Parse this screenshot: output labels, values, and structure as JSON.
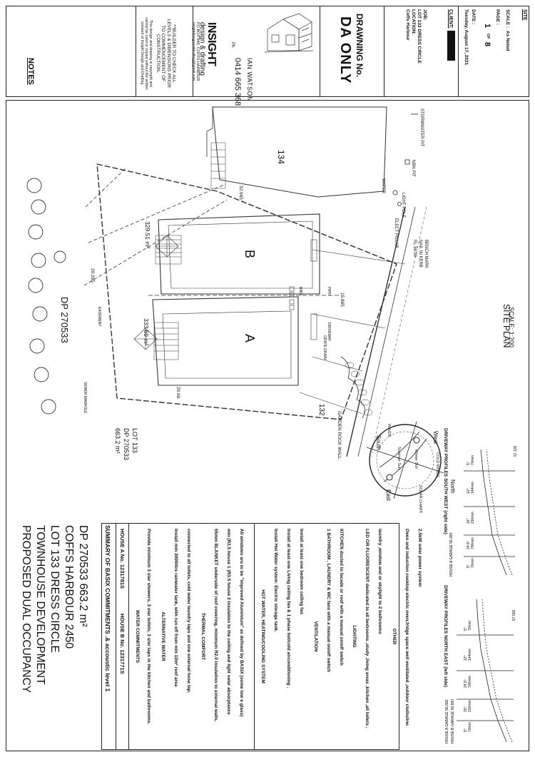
{
  "title_block": {
    "notes_label": "NOTES",
    "disclaimer": "**BUILDER TO CHECK ALL LEVELS & DIMENSIONS PRIOR TO COMMENCEMENT OF CONSTRUCTION.",
    "copyright": "This design and drawing is copyright and cannot be used or copied without the written consent of Insight Design and Drafting.",
    "brand_name": "INSIGHT",
    "brand_sub": "design & drafting",
    "po_box": "PO BOX 846, COFFS HARBOUR",
    "email": "insightdesignanddrafting@gmail.com",
    "designer": "IAN WATSON",
    "phone_label": "Ph",
    "phone": "0414 665 368",
    "drawing_no_label": "DRAWNING No.",
    "drawing_status": "DA ONLY",
    "client_label": "CLIENT:",
    "job_label": "JOB:",
    "job_value": "LOT 133 DRESS CIRCLE",
    "location_label": "LOCATION:",
    "location_value": "Coffs Harbour",
    "site_label": "SITE",
    "scale_label": "SCALE :",
    "scale_value": "As Noted",
    "page_label": "PAGE :",
    "page_num": "1",
    "page_of": "OF",
    "page_total": "8",
    "date_label": "DATE :",
    "date_value": "Tuesday, August 17, 2021"
  },
  "project": {
    "line1": "PROPOSED DUAL OCCUPANCY",
    "line2": "TOWNHOUSE DEVELOPMENT",
    "line3": "LOT 133 DRESS CIRCLE",
    "line4": "COFFS HARBOUR 2450",
    "line5": "DP 270533  663.2 m²"
  },
  "basix": {
    "heading": "SUMMARY OF BASIX COMMITMENTS  .& accoustic level 1",
    "house_a": "HOUSE A No. 1231781S",
    "house_b": "HOUSE B No.  1231771S",
    "sections": [
      {
        "title": "WATER COMMITMENTS",
        "lines": [
          "Provide minimum 3 star showers, 3 star toilets, 3 star taps in the kitchen and bathrooms."
        ]
      },
      {
        "title": "ALTERNATIVE WATER",
        "lines": [
          "Install min 3000litre rainwater tank, with run off from min 10m² roof area",
          "connected to all toilets, cold water laundry taps and one external hose tap."
        ]
      },
      {
        "title": "THERMAL COMFORT",
        "lines": [
          "55mm BLANKET  underside of roof covering,  minimum R2.0 insulation to external walls,",
          "min (R2.5 house 1 )R3.5 house 2 insulation to the ceiling  and light solar absorptance",
          "All windows are to be \"improved Aluminium\" as defined by BASIX (some low e glass)"
        ]
      },
      {
        "title": "HOT WATER, HEATING/COOLING SYSTEM",
        "lines": [
          "Install Hot Water system: Electric storage tank.",
          "Install at least one Living ceiling fan & 1 phase hot/cold airconditioning .",
          "Install at least one bedroom ceiling fan"
        ]
      },
      {
        "title": "VENTILATION",
        "lines": [
          "1 BATHROOM , LAUNDRY & WC fans  with a manual on/off switch",
          "KITCHEN ducted to facade or roof with a manual on/off switch"
        ]
      },
      {
        "title": "LIGHTING",
        "lines": [
          "LED OR FLUORESCENT dedicated to all bedrooms ,study ,living areas ,kitchen ,all toilets ,",
          "laundry ,window and or skylight to 2 bathrooms"
        ]
      },
      {
        "title": "OTHER",
        "lines": [
          "Oven and induction cooktop electric oven,fridge space well ventilated ,outdoor clothsline",
          "2.5kW solar power system"
        ]
      }
    ]
  },
  "driveway": {
    "ne_title": "DRIVEWAY PROFILES NORTH EAST (left side)",
    "sw_title": "DRIVEWAY PROFILES SOUTH WEST (right side)",
    "ne_labels": [
      "HOUSE A GARAGE 56.680",
      "HOUSE B GARAGE 56.680",
      "5°",
      "70mm",
      "15°",
      "210mm",
      "24.5°",
      "700mm",
      "12°",
      "144mm",
      "5°",
      "70mm",
      "57.500"
    ],
    "sw_labels": [
      "HOUSE A GARAGE 56.680",
      "5°",
      "70mm",
      "24.5°",
      "700mm",
      "16°",
      "210mm",
      "12°",
      "144mm",
      "5°",
      "70mm",
      "57.100"
    ]
  },
  "site_plan": {
    "title": "SITE PLAN",
    "scale": "SCALE: 1:200",
    "lot_label": "LOT 133",
    "lot_dp": "DP 270533",
    "lot_area": "663.2 m²",
    "dp_label": "DP 270533",
    "house_a": "A",
    "house_b": "B",
    "area_a": "333.69 m²",
    "area_b": "329.51 m²",
    "neighbour": "134",
    "neighbour_left": "132",
    "dim_top": "32.965",
    "dim_bottom": "29.99",
    "dim_front": "15.865",
    "dim_rear": "20.265",
    "stormwater": "STORMWATER PIT",
    "nbn": "NBN PIT",
    "water": "WATER",
    "light_pole": "LIGHT POLE",
    "elect_pillar": "ELECT PILLAR",
    "bench_mark": "BENCH MARK",
    "bench_mark2": "NAIL IN KERB",
    "bench_mark3": "RL 56.00",
    "garden_wall": "GARDEN ROCK WALL",
    "easement": "EASEMENT",
    "sewer_manhole": "SEWER MANHOLE",
    "driveway_label": "DRIVEWAY",
    "path_label": "PATH",
    "bins_label": "BINS",
    "grate_drain": "GRATE DRAIN",
    "compass_north": "North",
    "compass_south": "South",
    "compass_east": "East",
    "compass_west": "West",
    "summer_sun": "Summer Sun",
    "winter_sun": "Winter Sun",
    "solar_chart": "SOLAR CHART",
    "cold_winds": "COLD WINDS",
    "winds": "WINDS"
  },
  "colors": {
    "ink": "#111111",
    "tree": "#333333",
    "line": "#444444"
  }
}
